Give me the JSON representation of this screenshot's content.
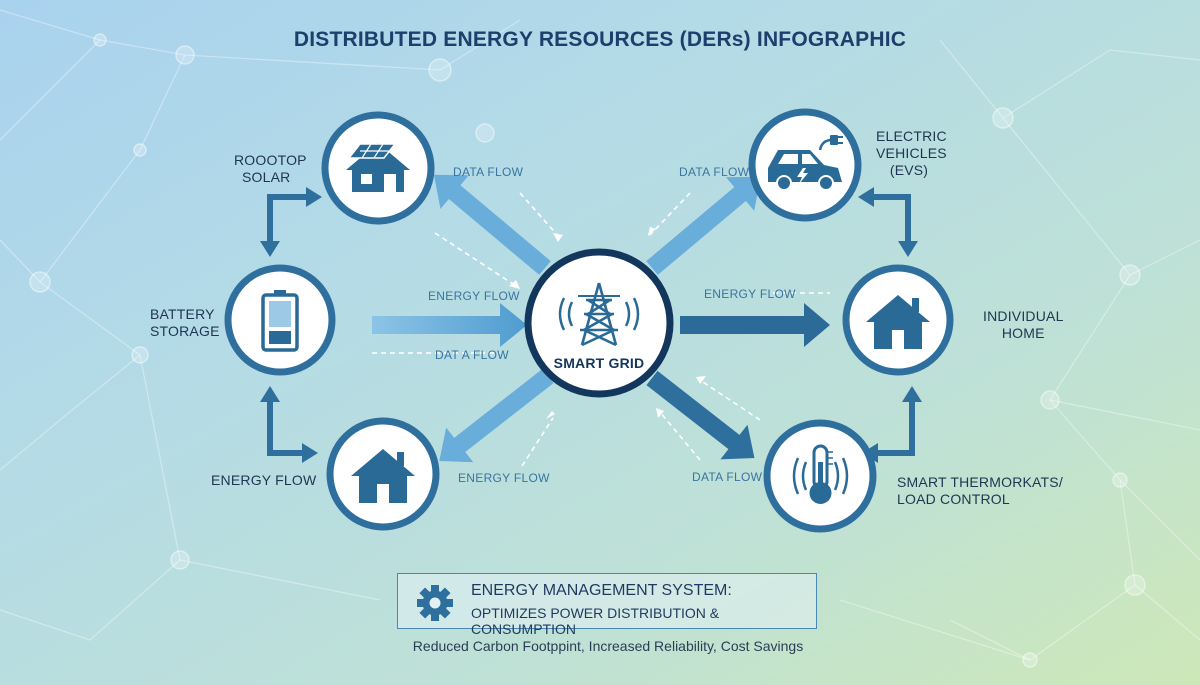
{
  "title": "DISTRIBUTED ENERGY RESOURCES (DERs) INFOGRAPHIC",
  "center": {
    "label": "SMART GRID",
    "icon": "transmission-tower-icon"
  },
  "nodes": {
    "rooftop_solar": {
      "label_line1": "ROOOTOP",
      "label_line2": "SOLAR",
      "icon": "solar-house-icon"
    },
    "battery_storage": {
      "label_line1": "BATTERY",
      "label_line2": "STORAGE",
      "icon": "battery-icon"
    },
    "energy_flow_home": {
      "label": "ENERGY FLOW",
      "icon": "house-icon"
    },
    "electric_vehicles": {
      "label_line1": "ELECTRIC",
      "label_line2": "VEHICLES",
      "label_line3": "(EVs)",
      "icon": "electric-car-icon"
    },
    "individual_home": {
      "label_line1": "INDIVIDUAL",
      "label_line2": "HOME",
      "icon": "house-icon"
    },
    "smart_thermostats": {
      "label_line1": "SMART THERMORKATS/",
      "label_line2": "LOAD CONTROL",
      "icon": "thermometer-icon"
    }
  },
  "flow_labels": {
    "top_left": "DATA FLOW",
    "top_right": "DATA FLOW",
    "mid_left_energy": "ENERGY FLOW",
    "mid_left_data": "DAT A FLOW",
    "mid_right_energy": "ENERGY FLOW",
    "bottom_left": "ENERGY FLOW",
    "bottom_right": "DATA FLOW"
  },
  "ems": {
    "title": "ENERGY MANAGEMENT SYSTEM:",
    "subtitle": "OPTIMIZES POWER DISTRIBUTION & CONSUMPTION",
    "icon": "gear-icon"
  },
  "benefits": "Reduced Carbon Footppint, Increased Reliability, Cost Savings",
  "colors": {
    "primary": "#2a6a96",
    "dark": "#1d3f6b",
    "arrow_light": "#5fa8d6",
    "arrow_dark": "#2f6f9e",
    "center_ring": "#13365c"
  }
}
